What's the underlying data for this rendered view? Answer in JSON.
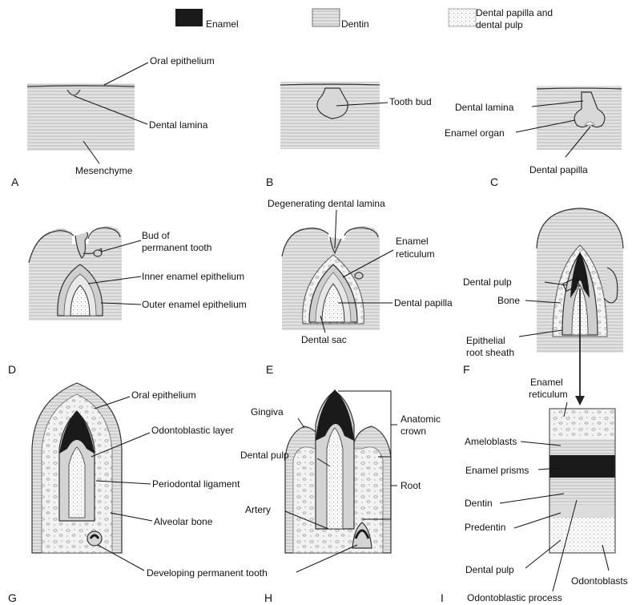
{
  "legend": {
    "enamel": "Enamel",
    "dentin": "Dentin",
    "papilla_line1": "Dental papilla and",
    "papilla_line2": "dental pulp"
  },
  "panels": {
    "A": {
      "letter": "A",
      "oral_epithelium": "Oral epithelium",
      "dental_lamina": "Dental lamina",
      "mesenchyme": "Mesenchyme"
    },
    "B": {
      "letter": "B",
      "tooth_bud": "Tooth bud"
    },
    "C": {
      "letter": "C",
      "dental_lamina": "Dental lamina",
      "enamel_organ": "Enamel organ",
      "dental_papilla": "Dental papilla"
    },
    "D": {
      "letter": "D",
      "bud_line1": "Bud of",
      "bud_line2": "permanent tooth",
      "inner_enamel": "Inner enamel epithelium",
      "outer_enamel": "Outer enamel epithelium"
    },
    "E": {
      "letter": "E",
      "degenerating": "Degenerating dental lamina",
      "reticulum_line1": "Enamel",
      "reticulum_line2": "reticulum",
      "dental_papilla": "Dental papilla",
      "dental_sac": "Dental sac"
    },
    "F": {
      "letter": "F",
      "dental_pulp": "Dental pulp",
      "bone": "Bone",
      "root_sheath_line1": "Epithelial",
      "root_sheath_line2": "root sheath"
    },
    "G": {
      "letter": "G",
      "oral_epithelium": "Oral epithelium",
      "odontoblastic_layer": "Odontoblastic layer",
      "periodontal": "Periodontal ligament",
      "alveolar_bone": "Alveolar bone",
      "developing": "Developing permanent tooth"
    },
    "H": {
      "letter": "H",
      "gingiva": "Gingiva",
      "anatomic_line1": "Anatomic",
      "anatomic_line2": "crown",
      "dental_pulp": "Dental pulp",
      "root": "Root",
      "artery": "Artery"
    },
    "I": {
      "letter": "I",
      "reticulum_line1": "Enamel",
      "reticulum_line2": "reticulum",
      "ameloblasts": "Ameloblasts",
      "enamel_prisms": "Enamel prisms",
      "dentin": "Dentin",
      "predentin": "Predentin",
      "dental_pulp": "Dental pulp",
      "odontoblasts": "Odontoblasts",
      "odontoblastic_process": "Odontoblastic process"
    }
  },
  "colors": {
    "enamel": "#1a1a1a",
    "dentin": "#d6d6d6",
    "tissue": "#e4e4e4",
    "papilla": "#f4f4f4",
    "outline": "#333333"
  }
}
